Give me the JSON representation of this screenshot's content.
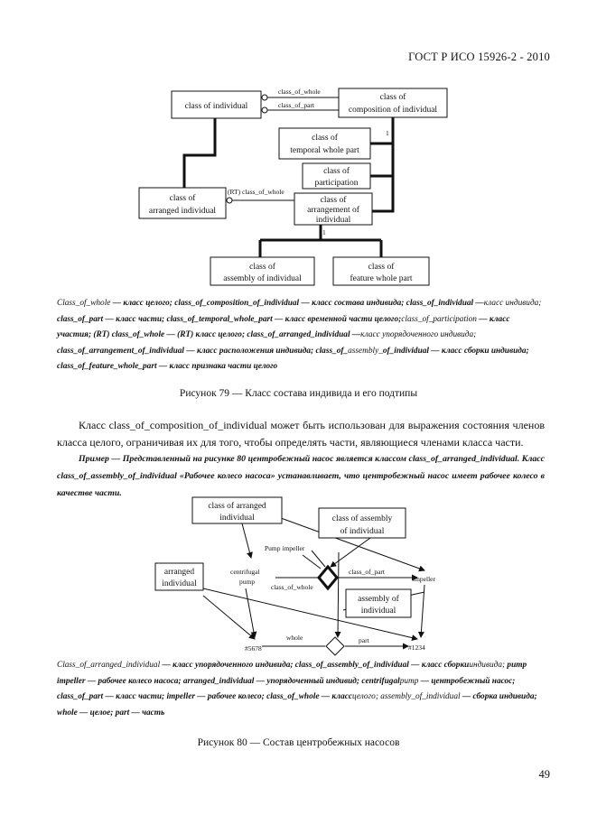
{
  "header": {
    "standard": "ГОСТ Р ИСО 15926-2 - 2010"
  },
  "fig79": {
    "boxes": {
      "individual": "class of individual",
      "composition_1": "class of",
      "composition_2": "composition of individual",
      "temporal_1": "class of",
      "temporal_2": "temporal whole part",
      "participation_1": "class of",
      "participation_2": "participation",
      "arranged_1": "class of",
      "arranged_2": "arranged individual",
      "arrangement_1": "class of",
      "arrangement_2": "arrangement of",
      "arrangement_3": "individual",
      "assembly_1": "class of",
      "assembly_2": "assembly of individual",
      "feature_1": "class of",
      "feature_2": "feature whole part"
    },
    "edges": {
      "class_of_whole": "class_of_whole",
      "class_of_part": "class_of_part",
      "rt_class_of_whole": "(RT) class_of_whole",
      "one_a": "1",
      "one_b": "1"
    },
    "legend": [
      {
        "t": "Class_of_whole",
        "b": false
      },
      {
        "t": " — класс целого; class_of_composition_of_individual — класс состава индивида; class_of_individual —",
        "b": true
      },
      {
        "t": "класс индивида; ",
        "b": false
      },
      {
        "t": "class_of_part — класс части; class_of_temporal_whole_part — класс временной части целого;",
        "b": true
      },
      {
        "t": "class_of_participation",
        "b": false
      },
      {
        "t": " — класс участия; (RT) class_of_whole — (RT) класс целого; class_of_arranged_individual —",
        "b": true
      },
      {
        "t": "класс упорядоченного индивида; ",
        "b": false
      },
      {
        "t": "class_of_arrangement_of_individual — класс расположения индивида; class_of_",
        "b": true
      },
      {
        "t": "assembly_",
        "b": false
      },
      {
        "t": "of_individual — класс сборки индивида; class_of_feature_whole_part — класс признака части целого",
        "b": true
      }
    ],
    "caption": "Рисунок 79 — Класс состава индивида и его подтипы"
  },
  "paragraph": "Класс class_of_composition_of_individual может быть использован для выражения состояния членов класса целого, ограничивая их для того, чтобы определять части, являющиеся членами класса части.",
  "example": "Пример — Представленный на рисунке 80 центробежный насос является классом class_of_arranged_individual. Класс class_of_assembly_of_individual «Рабочее колесо насоса» устанавливает, что центробежный насос имеет рабочее колесо в качестве части.",
  "fig80": {
    "boxes": {
      "coai_1": "class of arranged",
      "coai_2": "individual",
      "coaoi_1": "class of assembly",
      "coaoi_2": "of individual",
      "ai_1": "arranged",
      "ai_2": "individual",
      "aoi_1": "assembly of",
      "aoi_2": "individual"
    },
    "labels": {
      "pump_impeller": "Pump impeller",
      "centrifugal": "centrifugal",
      "pump": "pump",
      "class_of_part": "class_of_part",
      "class_of_whole": "class_of_whole",
      "impeller": "impeller",
      "whole": "whole",
      "part": "part",
      "id_5678": "#5678",
      "id_1234": "#1234"
    },
    "legend": [
      {
        "t": "Class_of_arranged_individual",
        "b": false
      },
      {
        "t": " — класс упорядоченного индивида; class_of_assembly_of_individual — класс сборки",
        "b": true
      },
      {
        "t": "индивида; ",
        "b": false
      },
      {
        "t": "pump impeller — рабочее колесо насоса; arranged_individual — упорядоченный индивид; centrifugal",
        "b": true
      },
      {
        "t": "pump",
        "b": false
      },
      {
        "t": " — центробежный насос; class_of_part — класс части; impeller — рабочее колесо; class_of_whole — класс",
        "b": true
      },
      {
        "t": "целого; assembly_of_individual",
        "b": false
      },
      {
        "t": " — сборка индивида; whole — целое; part — часть",
        "b": true
      }
    ],
    "caption": "Рисунок 80 — Состав центробежных насосов"
  },
  "page_number": "49"
}
